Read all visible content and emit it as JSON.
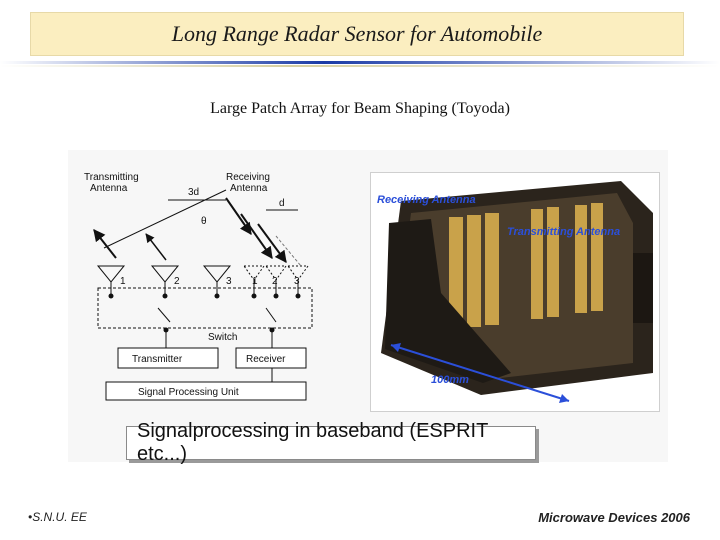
{
  "header": {
    "title": "Long Range Radar Sensor for Automobile"
  },
  "slide": {
    "subtitle": "Large Patch Array for Beam Shaping (Toyoda)"
  },
  "diagram": {
    "transmitting_antenna": [
      "Transmitting",
      "Antenna"
    ],
    "receiving_antenna": [
      "Receiving",
      "Antenna"
    ],
    "spacing_3d": "3d",
    "spacing_d": "d",
    "theta": "θ",
    "elements": [
      "1",
      "2",
      "3",
      "1",
      "2",
      "3"
    ],
    "switch": "Switch",
    "transmitter": "Transmitter",
    "receiver": "Receiver",
    "signal_processing_unit": "Signal Processing Unit"
  },
  "photo": {
    "receiving_antenna": "Receiving Antenna",
    "transmitting_antenna": "Transmitting Antenna",
    "dimension": "100mm"
  },
  "caption": "Signalprocessing in baseband (ESPRIT etc...)",
  "footer": {
    "left": "•S.N.U. EE",
    "right": "Microwave Devices 2006"
  },
  "colors": {
    "title_bg": "#fbeec0",
    "accent_blue": "#1a3aa6",
    "label_blue": "#2b4fd9"
  }
}
